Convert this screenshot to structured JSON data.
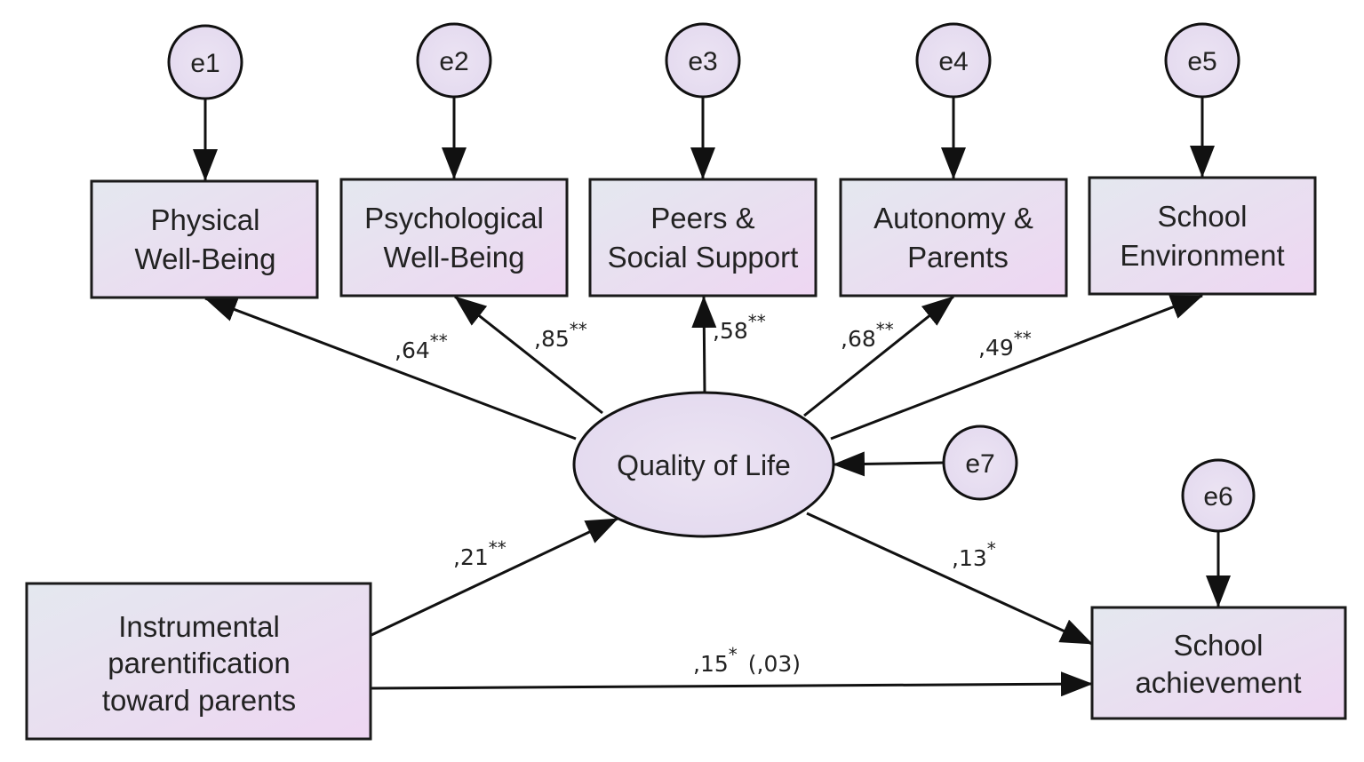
{
  "errors": {
    "e1": "e1",
    "e2": "e2",
    "e3": "e3",
    "e4": "e4",
    "e5": "e5",
    "e6": "e6",
    "e7": "e7"
  },
  "indicators": {
    "physical": [
      "Physical",
      "Well-Being"
    ],
    "psychological": [
      "Psychological",
      "Well-Being"
    ],
    "peers": [
      "Peers &",
      "Social Support"
    ],
    "autonomy": [
      "Autonomy &",
      "Parents"
    ],
    "school_env": [
      "School",
      "Environment"
    ]
  },
  "latent": {
    "label": "Quality of Life"
  },
  "predictor": {
    "lines": [
      "Instrumental",
      "parentification",
      "toward parents"
    ]
  },
  "outcome": {
    "lines": [
      "School",
      "achievement"
    ]
  },
  "paths": {
    "physical": {
      "value": ",64",
      "sig": "**"
    },
    "psychological": {
      "value": ",85",
      "sig": "**"
    },
    "peers": {
      "value": ",58",
      "sig": "**"
    },
    "autonomy": {
      "value": ",68",
      "sig": "**"
    },
    "school_env": {
      "value": ",49",
      "sig": "**"
    },
    "predictor_qol": {
      "value": ",21",
      "sig": "**"
    },
    "qol_outcome": {
      "value": ",13",
      "sig": "*"
    },
    "direct": {
      "value": ",15",
      "sig": "*",
      "extra": "(,03)"
    }
  },
  "colors": {
    "box_fill_start": "#e4e8ef",
    "box_fill_end": "#eed6f2",
    "stroke": "#111111",
    "text": "#222222"
  }
}
